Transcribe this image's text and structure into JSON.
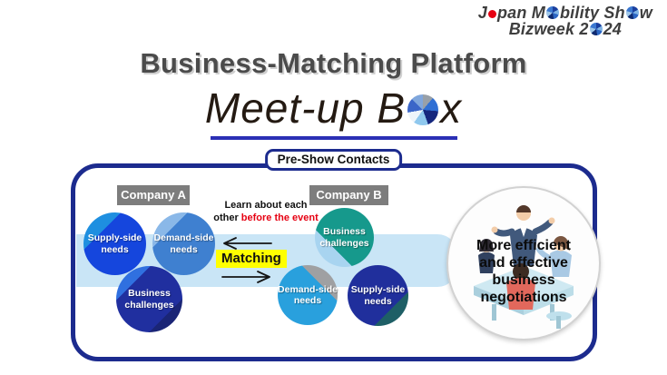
{
  "logo": {
    "line1": {
      "seg1": "J",
      "seg2": "pan M",
      "seg3": "bility Sh",
      "seg4": "w"
    },
    "line2": {
      "seg1": "Bizweek 2",
      "seg2": "24"
    }
  },
  "title": "Business-Matching Platform",
  "meetup": {
    "part1": "Meet-up B",
    "part2": "x"
  },
  "pre_show_label": "Pre-Show Contacts",
  "company_a": {
    "label": "Company A",
    "circles": [
      {
        "label": "Supply-side needs",
        "color_main": "#1546dd",
        "color_wedge": "#1e8fe0"
      },
      {
        "label": "Demand-side needs",
        "color_main": "#3f80d0",
        "color_wedge": "#8ab8e8"
      },
      {
        "label": "Business challenges",
        "color_main": "#202f9f",
        "color_wedge": "#3070e0"
      }
    ]
  },
  "company_b": {
    "label": "Company B",
    "circles": [
      {
        "label": "Business challenges",
        "color_main": "#16998c",
        "color_wedge": "#a8d4f0"
      },
      {
        "label": "Demand-side needs",
        "color_main": "#29a0dd",
        "color_wedge": "#9fa0a2"
      },
      {
        "label": "Supply-side needs",
        "color_main": "#202f9c",
        "color_wedge": "#1e5f66"
      }
    ]
  },
  "middle": {
    "learn_line1": "Learn about each",
    "learn_line2_black": "other",
    "learn_line2_red": "before the event",
    "matching_label": "Matching"
  },
  "result": {
    "lines": [
      "More efficient",
      "and effective",
      "business",
      "negotiations"
    ]
  },
  "colors": {
    "box_border": "#1c2b8e",
    "band_blue": "#c9e5f6",
    "highlight_yellow": "#ffff00",
    "alert_red": "#e60012",
    "label_gray": "#7d7d7d",
    "underline_blue": "#2b2fb5",
    "logo_red_dot": "#e60012",
    "title_gray": "#4b4b4b"
  }
}
